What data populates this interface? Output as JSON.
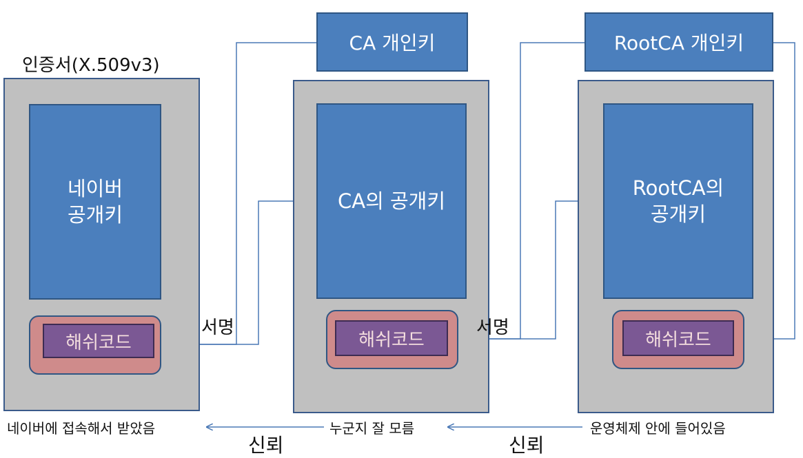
{
  "certificate_title": "인증서(X.509v3)",
  "certs": [
    {
      "public_key": "네이버\n공개키",
      "hash": "해쉬코드"
    },
    {
      "public_key": "CA의 공개키",
      "hash": "해쉬코드"
    },
    {
      "public_key": "RootCA의\n공개키",
      "hash": "해쉬코드"
    }
  ],
  "private_keys": {
    "ca": "CA 개인키",
    "root_ca": "RootCA 개인키"
  },
  "signatures": [
    "서명",
    "서명"
  ],
  "bottom_labels": {
    "naver": "네이버에 접속해서 받았음",
    "ca": "누군지 잘 모름",
    "root": "운영체제 안에 들어있음"
  },
  "trust_labels": [
    "신뢰",
    "신뢰"
  ],
  "colors": {
    "cert_bg": "#c0c0c0",
    "key_blue": "#4b7fbd",
    "hash_outer": "#cf8b8b",
    "hash_inner": "#7b5894",
    "arrow": "#4a78b5"
  }
}
